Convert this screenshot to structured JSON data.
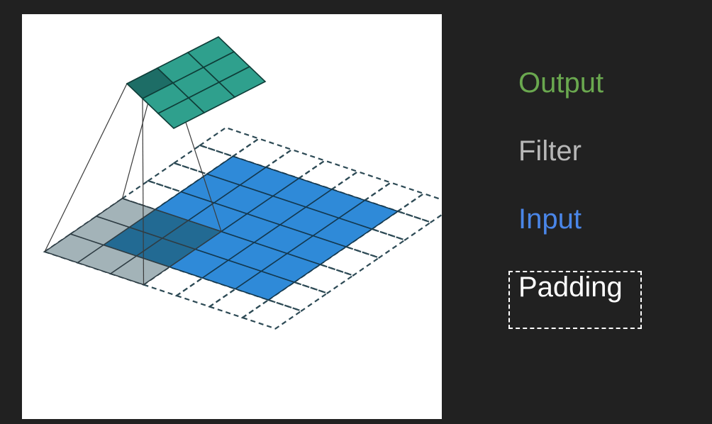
{
  "legend": {
    "output": "Output",
    "filter": "Filter",
    "input": "Input",
    "padding": "Padding"
  },
  "colors": {
    "background": "#212121",
    "output": "#6aa84f",
    "filter": "#b7b7b7",
    "input": "#4a86e8",
    "padding": "#ffffff",
    "output_grid": "#2fa08d",
    "output_grid_active": "#1d6d66",
    "input_grid": "#2f8ad8",
    "filter_grid": "#a3b3b8",
    "filter_overlap": "#22688f",
    "padding_grid": "#2d4a55"
  },
  "diagram": {
    "input_size": 5,
    "padded_size": 7,
    "filter_size": 3,
    "output_size": 3
  }
}
